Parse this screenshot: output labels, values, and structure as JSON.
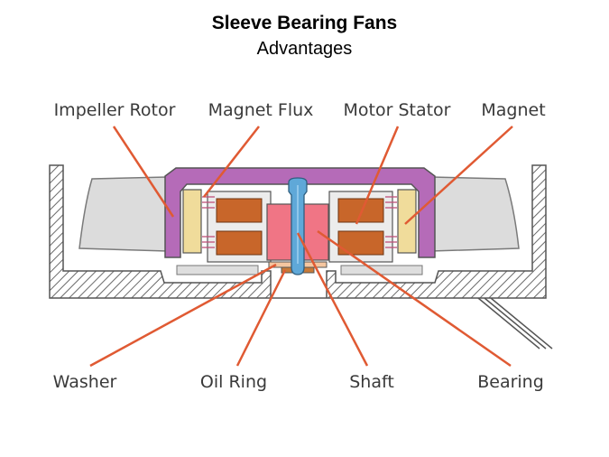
{
  "header": {
    "title": "Sleeve Bearing Fans",
    "subtitle": "Advantages"
  },
  "labels": {
    "impeller_rotor": "Impeller Rotor",
    "magnet_flux": "Magnet Flux",
    "motor_stator": "Motor Stator",
    "magnet": "Magnet",
    "washer": "Washer",
    "oil_ring": "Oil Ring",
    "shaft": "Shaft",
    "bearing": "Bearing"
  },
  "colors": {
    "leader": "#e05a33",
    "rotor_purple": "#b56bb8",
    "magnet_yellow": "#f0dc9b",
    "stator_copper": "#c8662a",
    "bearing_pink": "#f07585",
    "shaft_blue": "#5fa8d8",
    "blade_gray": "#dcdcdc",
    "housing_gray": "#666666"
  }
}
